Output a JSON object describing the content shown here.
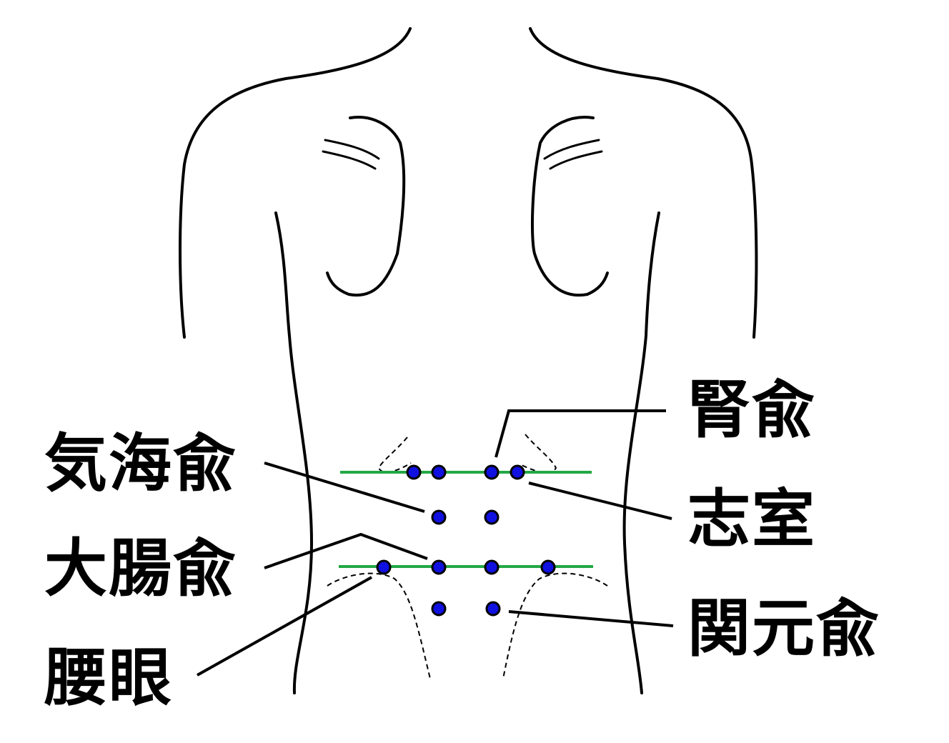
{
  "labels": {
    "jinyu": "腎兪",
    "kikaiyu": "気海兪",
    "shishitsu": "志室",
    "daichoyu": "大腸兪",
    "kangenyu": "関元兪",
    "yogan": "腰眼"
  },
  "colors": {
    "outline": "#000000",
    "guide_line": "#22a845",
    "point_fill": "#1010e0",
    "point_stroke": "#000000",
    "background": "#ffffff"
  }
}
